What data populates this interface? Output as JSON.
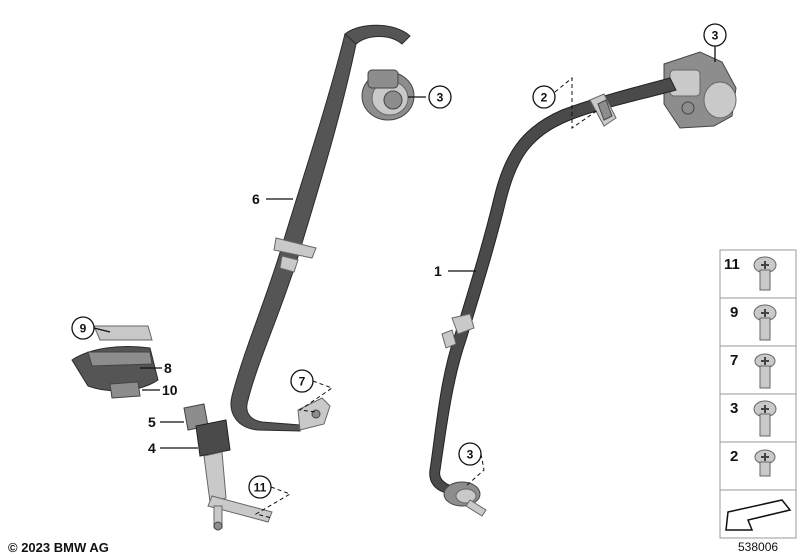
{
  "labels": {
    "l1": "1",
    "l2": "2",
    "l3a": "3",
    "l3b": "3",
    "l3c": "3",
    "l4": "4",
    "l5": "5",
    "l6": "6",
    "l7": "7",
    "l8": "8",
    "l9": "9",
    "l10": "10",
    "l11": "11"
  },
  "parts_panel": {
    "items": [
      {
        "number": "11",
        "icon": "torx-bolt-icon"
      },
      {
        "number": "9",
        "icon": "torx-bolt-icon"
      },
      {
        "number": "7",
        "icon": "torx-bolt-icon"
      },
      {
        "number": "3",
        "icon": "torx-bolt-icon"
      },
      {
        "number": "2",
        "icon": "torx-bolt-icon"
      }
    ],
    "footer_icon": "arrow-icon"
  },
  "footer": {
    "copyright": "© 2023 BMW AG",
    "diagram_id": "538006"
  }
}
